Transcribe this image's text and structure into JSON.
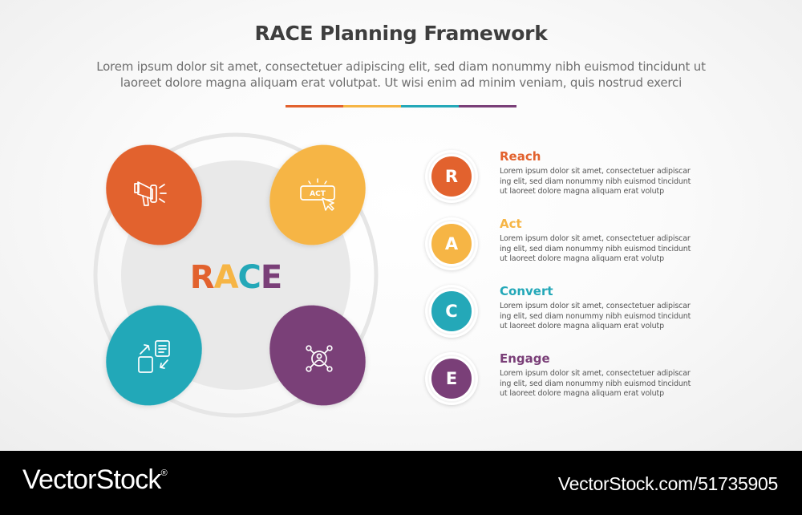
{
  "header": {
    "title": "RACE Planning Framework",
    "subtitle_line1": "Lorem ipsum dolor sit amet, consectetuer adipiscing elit, sed diam nonummy nibh euismod tincidunt ut",
    "subtitle_line2": "laoreet dolore magna aliquam erat volutpat. Ut wisi enim ad minim veniam, quis nostrud exerci"
  },
  "colors": {
    "reach": "#e2622e",
    "act": "#f6b545",
    "convert": "#24a8b8",
    "engage": "#7a3f78",
    "title": "#3e3e3e"
  },
  "diagram": {
    "core_letters": [
      "R",
      "A",
      "C",
      "E"
    ],
    "petals": [
      {
        "stage": "reach",
        "icon": "megaphone-icon"
      },
      {
        "stage": "act",
        "icon": "act-button-icon",
        "icon_text": "ACT"
      },
      {
        "stage": "convert",
        "icon": "convert-exchange-icon"
      },
      {
        "stage": "engage",
        "icon": "network-user-icon"
      }
    ]
  },
  "legend": [
    {
      "letter": "R",
      "title": "Reach",
      "text_line1": "Lorem ipsum dolor sit amet, consectetuer adipiscar",
      "text_line2": "ing elit, sed diam nonummy nibh euismod tincidunt",
      "text_line3": "ut laoreet dolore magna aliquam erat volutp"
    },
    {
      "letter": "A",
      "title": "Act",
      "text_line1": "Lorem ipsum dolor sit amet, consectetuer adipiscar",
      "text_line2": "ing elit, sed diam nonummy nibh euismod tincidunt",
      "text_line3": "ut laoreet dolore magna aliquam erat volutp"
    },
    {
      "letter": "C",
      "title": "Convert",
      "text_line1": "Lorem ipsum dolor sit amet, consectetuer adipiscar",
      "text_line2": "ing elit, sed diam nonummy nibh euismod tincidunt",
      "text_line3": "ut laoreet dolore magna aliquam erat volutp"
    },
    {
      "letter": "E",
      "title": "Engage",
      "text_line1": "Lorem ipsum dolor sit amet, consectetuer adipiscar",
      "text_line2": "ing elit, sed diam nonummy nibh euismod tincidunt",
      "text_line3": "ut laoreet dolore magna aliquam erat volutp"
    }
  ],
  "footer": {
    "brand": "VectorStock",
    "brand_mark": "®",
    "url": "VectorStock.com/51735905"
  }
}
